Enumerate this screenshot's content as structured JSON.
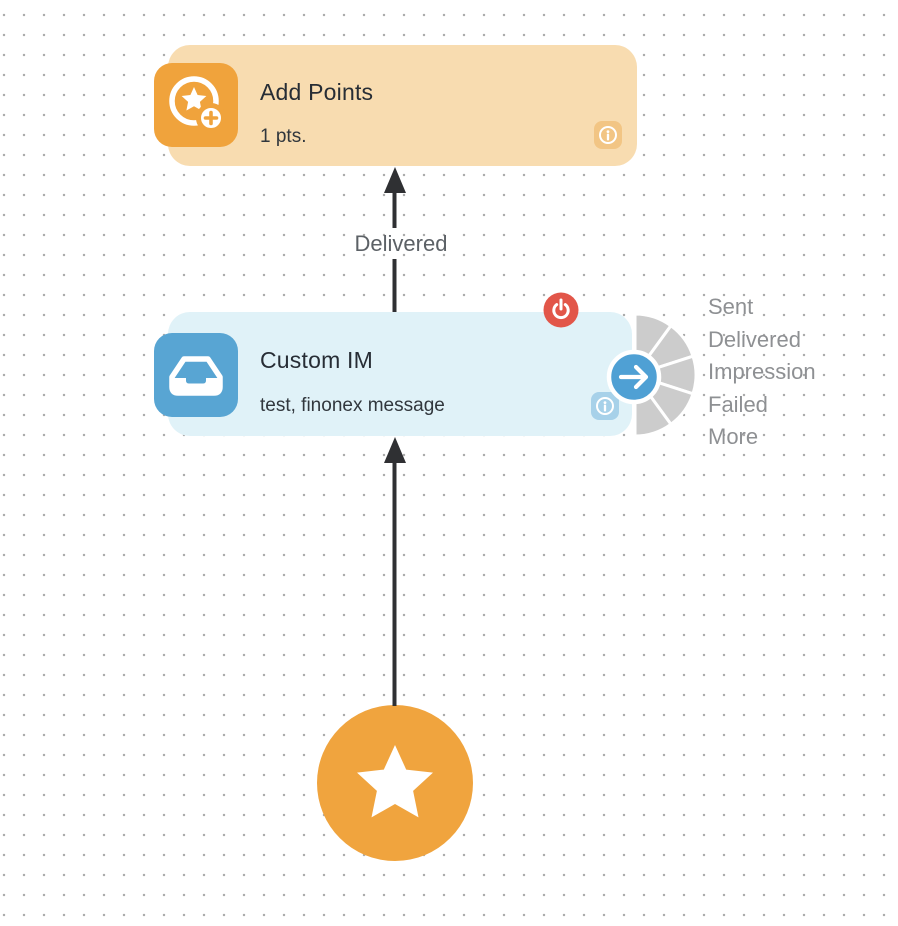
{
  "canvas": {
    "dot_color": "#ACACAC",
    "background": "#FFFFFF"
  },
  "nodes": {
    "add_points": {
      "title": "Add Points",
      "subtitle": "1 pts.",
      "bg_color": "#F8DCB0",
      "icon_bg_color": "#F0A33C",
      "icon": "star-plus-icon",
      "info_badge_color": "#F2C584"
    },
    "custom_im": {
      "title": "Custom IM",
      "subtitle": "test, finonex message",
      "bg_color": "#E0F2F8",
      "icon_bg_color": "#58A5D3",
      "icon": "inbox-icon",
      "info_badge_color": "#A7D1E9",
      "power_button_color": "#E25649",
      "next_button_color": "#4FA0D4"
    },
    "start": {
      "icon": "star-icon",
      "bg_color": "#F0A43E"
    }
  },
  "edges": {
    "custom_im_to_add_points": {
      "label": "Delivered"
    },
    "start_to_custom_im": {
      "label": ""
    },
    "line_color": "#2F3033"
  },
  "fan_menu": {
    "segment_color": "#CCCCCC",
    "items": [
      "Sent",
      "Delivered",
      "Impression",
      "Failed",
      "More"
    ]
  }
}
